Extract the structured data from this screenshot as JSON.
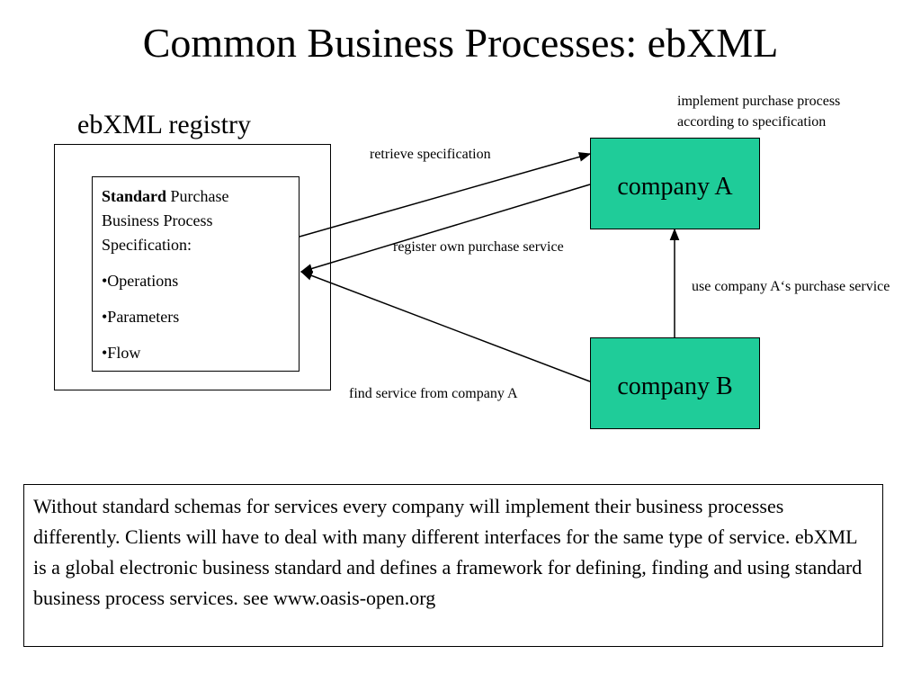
{
  "title": "Common Business Processes: ebXML",
  "registry": {
    "label": "ebXML registry",
    "spec": {
      "bold": "Standard",
      "rest": " Purchase Business Process Specification:",
      "items": [
        "•Operations",
        "•Parameters",
        "•Flow"
      ]
    }
  },
  "companies": {
    "a": "company A",
    "b": "company B",
    "color": "#1fcc99"
  },
  "edges": {
    "retrieve": "retrieve specification",
    "register": "register own purchase service",
    "find": "find service from company A",
    "implement": "implement purchase process according to specification",
    "use": "use company A‘s purchase service"
  },
  "note": "Without standard schemas for services every company will implement their business processes differently. Clients will have to deal with many different interfaces for the same type of service. ebXML is a global electronic business standard and defines a framework for defining, finding and using standard business process services. see www.oasis-open.org"
}
